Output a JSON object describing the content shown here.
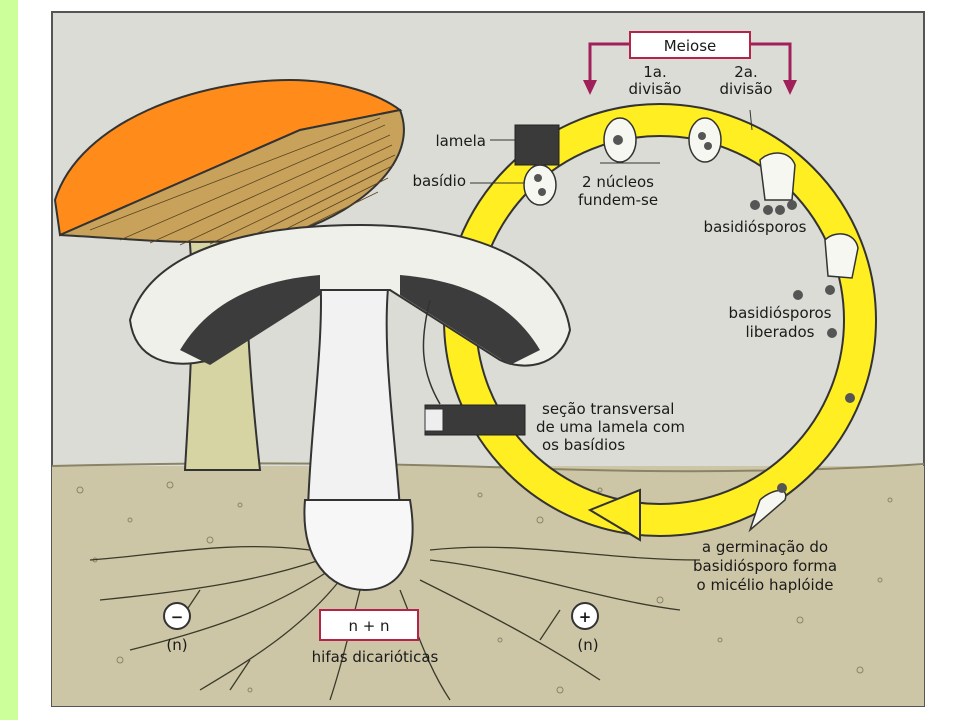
{
  "colors": {
    "side_band": "#ccff99",
    "background": "#dcdcd6",
    "ground": "#cdc6a6",
    "cycle_arrow": "#ffee22",
    "cap_old": "#ff8c1a",
    "gills_old": "#c8a25a",
    "stem": "#d9d7aa",
    "meiosis_arrow": "#a0205a",
    "box_border": "#b4234a"
  },
  "labels": {
    "meiose": "Meiose",
    "div1_line1": "1a.",
    "div1_line2": "divisão",
    "div2_line1": "2a.",
    "div2_line2": "divisão",
    "lamela": "lamela",
    "basidio": "basídio",
    "nucleos_line1": "2 núcleos",
    "nucleos_line2": "fundem-se",
    "basidiosporos": "basidiósporos",
    "liberados_line1": "basidiósporos",
    "liberados_line2": "liberados",
    "secao_line1": "seção transversal",
    "secao_line2": "de uma lamela com",
    "secao_line3": "os basídios",
    "germ_line1": "a germinação do",
    "germ_line2": "basidiósporo forma",
    "germ_line3": "o micélio haplóide",
    "minus_sign": "−",
    "plus_sign": "+",
    "n_left": "(n)",
    "n_right": "(n)",
    "nn": "n + n",
    "hifas": "hifas dicarióticas"
  }
}
